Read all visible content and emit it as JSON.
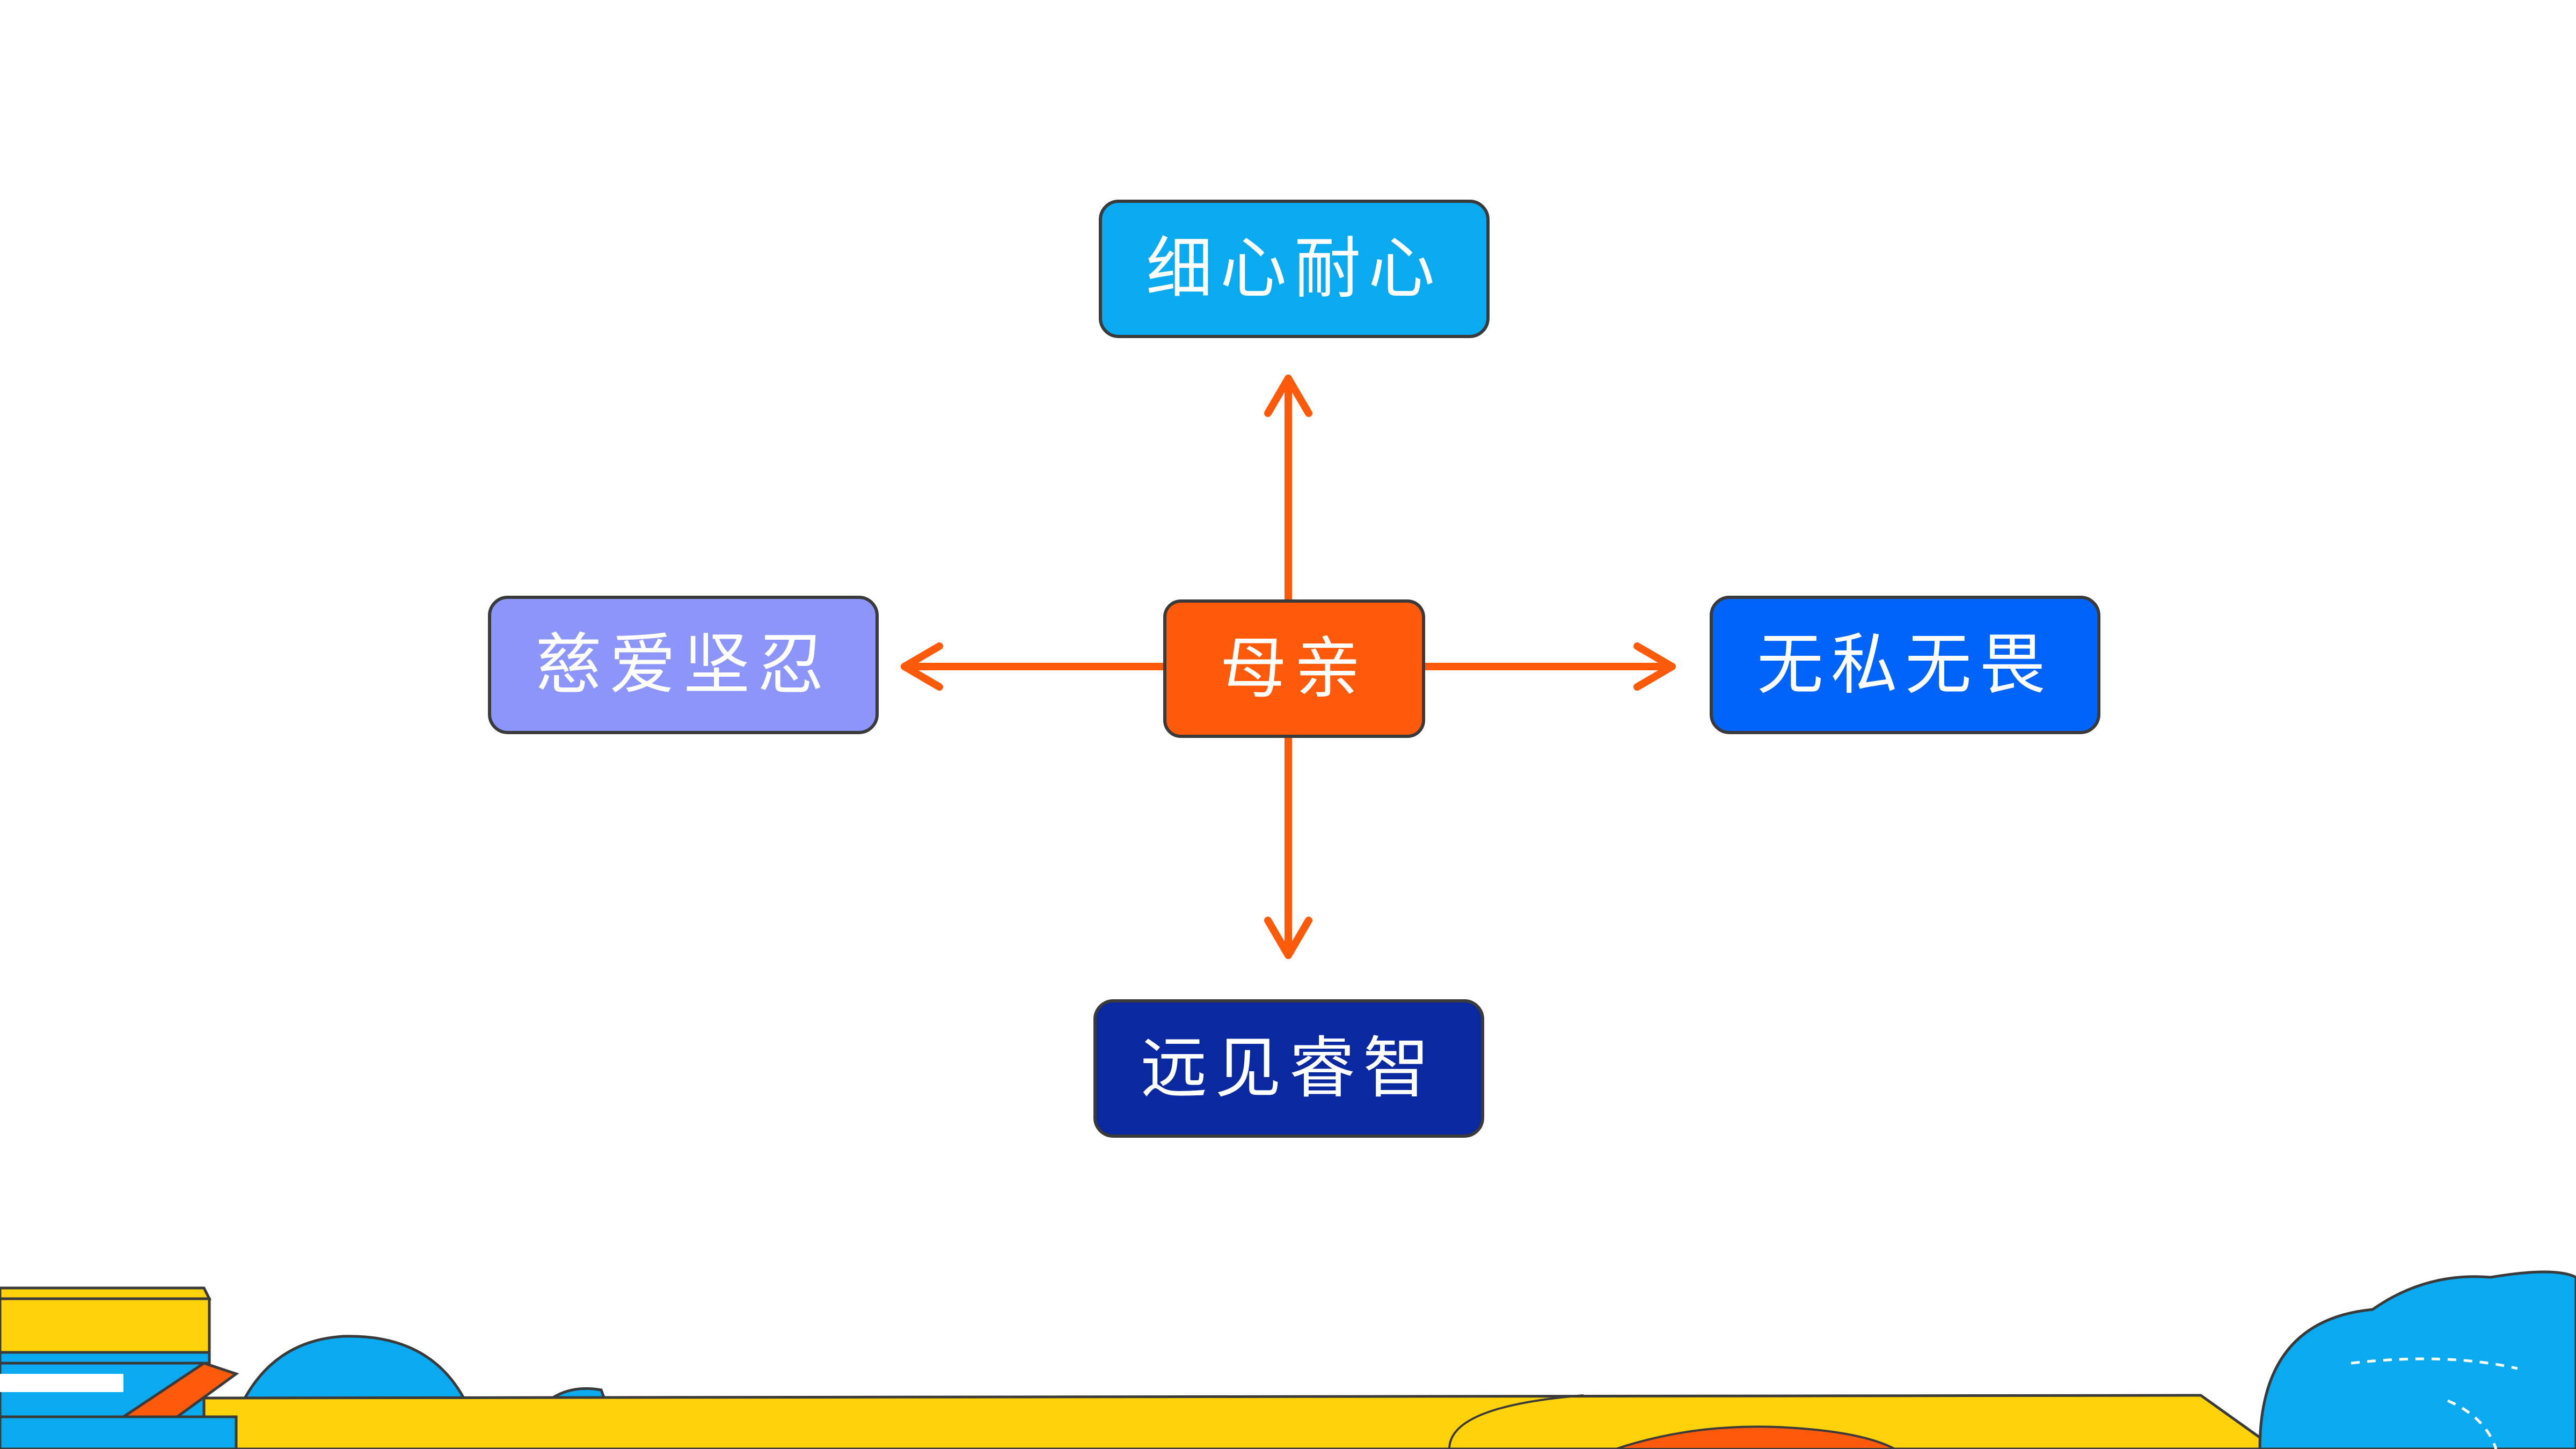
{
  "diagram": {
    "center": {
      "label": "母亲",
      "color": "#ff5a0a"
    },
    "top": {
      "label": "细心耐心",
      "color": "#0aaaf0"
    },
    "left": {
      "label": "慈爱坚忍",
      "color": "#8c96fa"
    },
    "right": {
      "label": "无私无畏",
      "color": "#0064fa"
    },
    "bottom": {
      "label": "远见睿智",
      "color": "#0a28a0"
    },
    "arrow_color": "#ff5a0a"
  },
  "decoration": {
    "ground_color": "#ffd20a",
    "cloud_color": "#0aaaf0",
    "book_colors": [
      "#ffd20a",
      "#0aaaf0",
      "#ff5a0a"
    ]
  }
}
